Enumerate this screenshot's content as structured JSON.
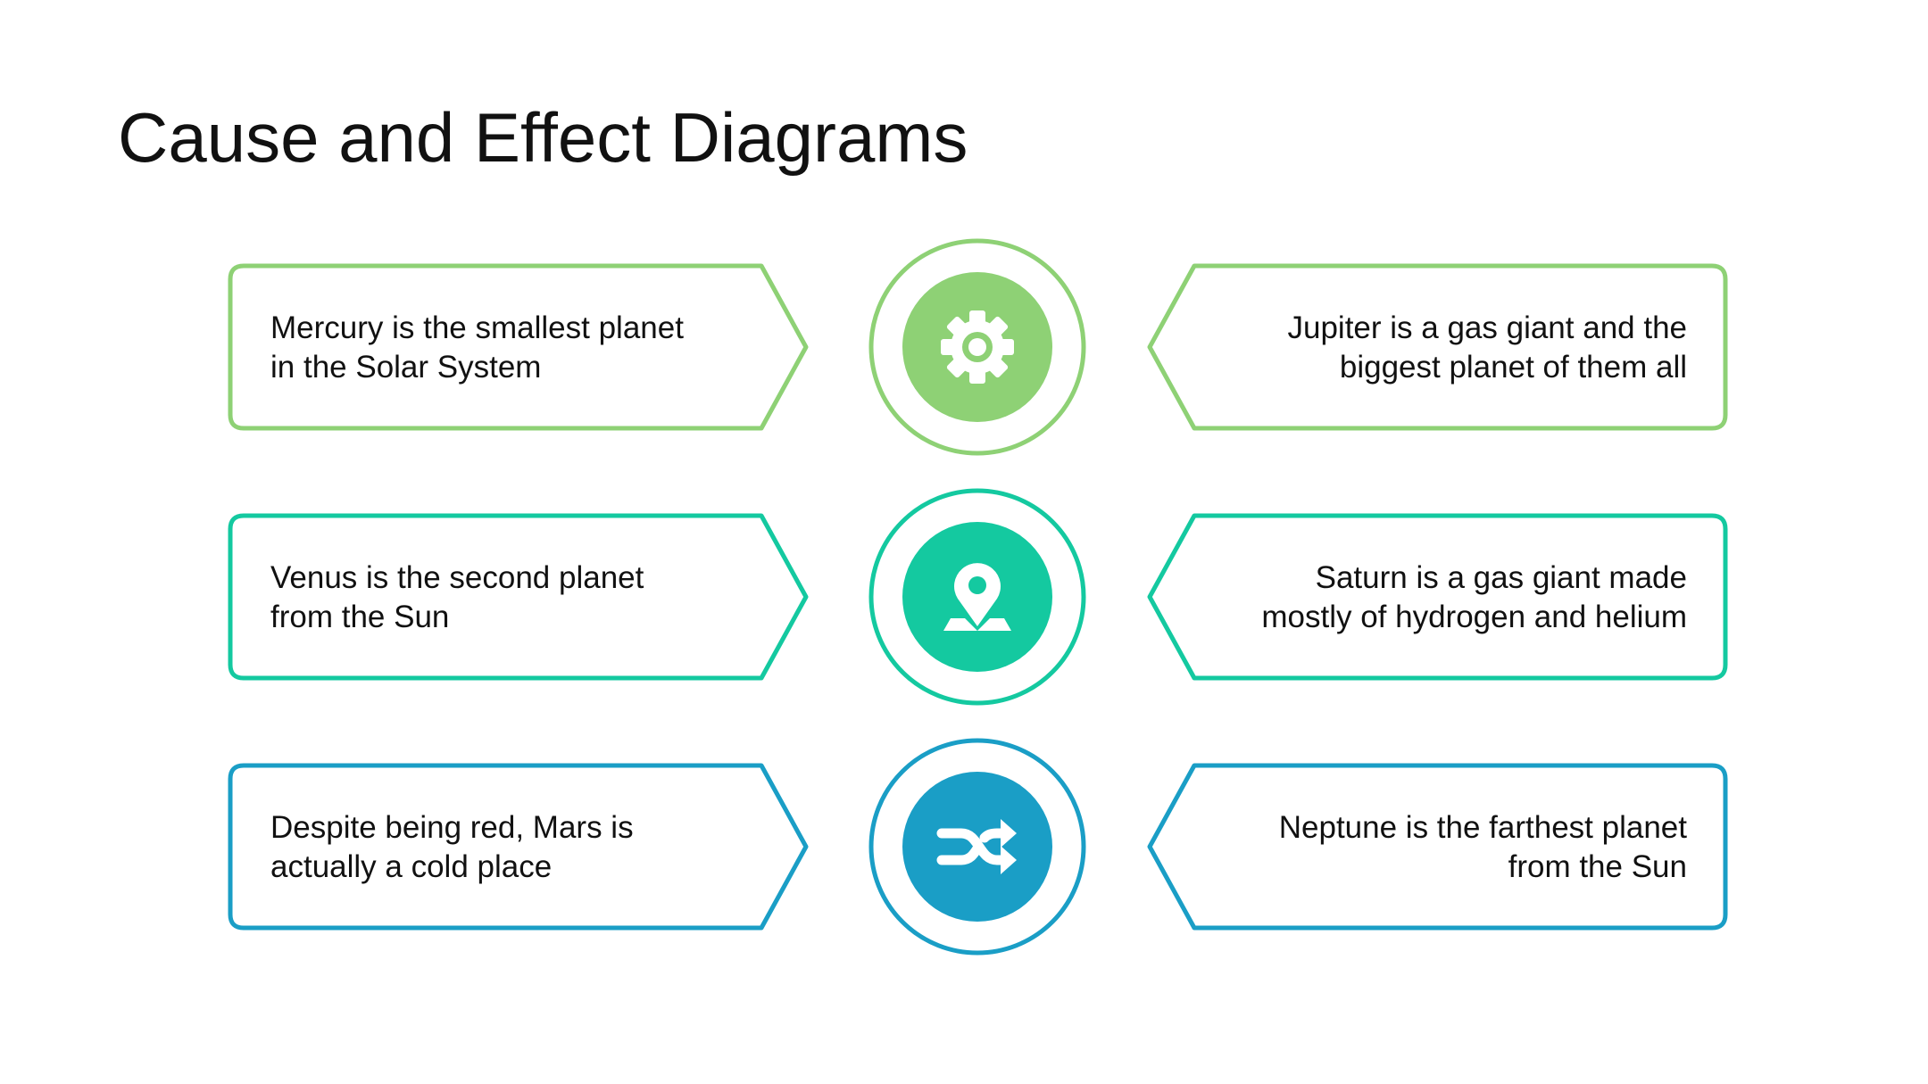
{
  "title": "Cause and Effect Diagrams",
  "colors": {
    "row1": "#8ed175",
    "row2": "#14c9a0",
    "row3": "#1a9ec6"
  },
  "rows": [
    {
      "icon": "gear-icon",
      "cause": [
        "Mercury is the smallest planet",
        "in the Solar System"
      ],
      "effect": [
        "Jupiter is a gas giant and the",
        "biggest planet of them all"
      ]
    },
    {
      "icon": "map-pin-icon",
      "cause": [
        "Venus is the second planet",
        "from the Sun"
      ],
      "effect": [
        "Saturn is a gas giant made",
        "mostly of hydrogen and helium"
      ]
    },
    {
      "icon": "shuffle-icon",
      "cause": [
        "Despite being red, Mars is",
        "actually a cold place"
      ],
      "effect": [
        "Neptune is the farthest planet",
        "from the Sun"
      ]
    }
  ]
}
